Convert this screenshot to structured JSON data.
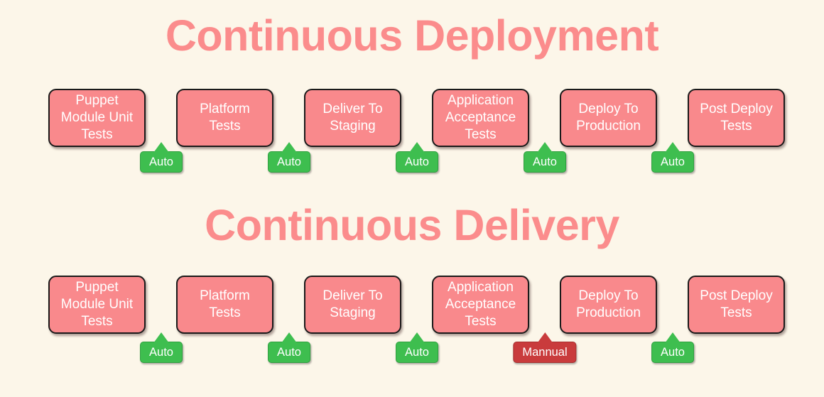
{
  "colors": {
    "background": "#FCF6E9",
    "title": "#FB8C8C",
    "box-fill": "#F9898C",
    "box-border": "#1A1A1A",
    "box-text": "#FFFFFF",
    "auto-fill": "#3EBE4F",
    "auto-border": "#2E9F3F",
    "manual-fill": "#C93B3C",
    "manual-border": "#A62F30",
    "badge-text": "#FFFFFF"
  },
  "sections": [
    {
      "title": "Continuous Deployment",
      "stages": [
        "Puppet\nModule Unit\nTests",
        "Platform\nTests",
        "Deliver To\nStaging",
        "Application\nAcceptance\nTests",
        "Deploy To\nProduction",
        "Post Deploy\nTests"
      ],
      "transitions": [
        {
          "label": "Auto",
          "type": "auto"
        },
        {
          "label": "Auto",
          "type": "auto"
        },
        {
          "label": "Auto",
          "type": "auto"
        },
        {
          "label": "Auto",
          "type": "auto"
        },
        {
          "label": "Auto",
          "type": "auto"
        }
      ]
    },
    {
      "title": "Continuous Delivery",
      "stages": [
        "Puppet\nModule Unit\nTests",
        "Platform\nTests",
        "Deliver To\nStaging",
        "Application\nAcceptance\nTests",
        "Deploy To\nProduction",
        "Post Deploy\nTests"
      ],
      "transitions": [
        {
          "label": "Auto",
          "type": "auto"
        },
        {
          "label": "Auto",
          "type": "auto"
        },
        {
          "label": "Auto",
          "type": "auto"
        },
        {
          "label": "Mannual",
          "type": "manual"
        },
        {
          "label": "Auto",
          "type": "auto"
        }
      ]
    }
  ]
}
